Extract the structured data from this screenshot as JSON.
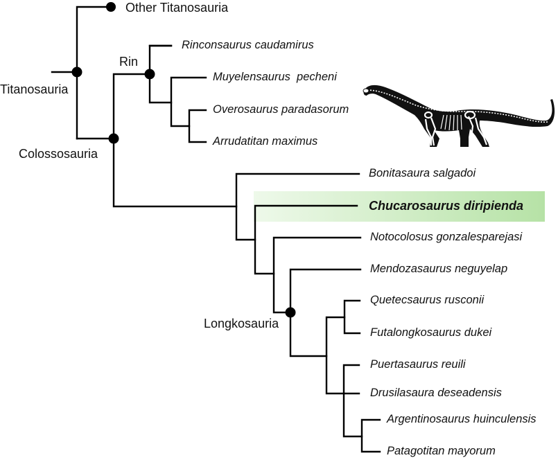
{
  "diagram": {
    "type": "cladogram",
    "highlight_color_start": "#eef9ea",
    "highlight_color_end": "#b6e2a6",
    "line_color": "#000000",
    "node_color": "#000000"
  },
  "clades": {
    "titanosauria": "Titanosauria",
    "colossosauria": "Colossosauria",
    "rin": "Rin",
    "longkosauria": "Longkosauria"
  },
  "taxa": {
    "other_titanosauria": "Other Titanosauria",
    "rinconsaurus": "Rinconsaurus caudamirus",
    "muyelensaurus": "Muyelensaurus  pecheni",
    "overosaurus": "Overosaurus paradasorum",
    "arrudatitan": "Arrudatitan maximus",
    "bonitasaura": "Bonitasaura salgadoi",
    "chucarosaurus": "Chucarosaurus diripienda",
    "notocolosus": "Notocolosus gonzalesparejasi",
    "mendozasaurus": "Mendozasaurus neguyelap",
    "quetecsaurus": "Quetecsaurus rusconii",
    "futalongkosaurus": "Futalongkosaurus dukei",
    "puertasaurus": "Puertasaurus reuili",
    "drusilasaura": "Drusilasaura deseadensis",
    "argentinosaurus": "Argentinosaurus huinculensis",
    "patagotitan": "Patagotitan mayorum"
  },
  "highlighted_taxon": "chucarosaurus",
  "illustration": "sauropod-skeleton-silhouette"
}
